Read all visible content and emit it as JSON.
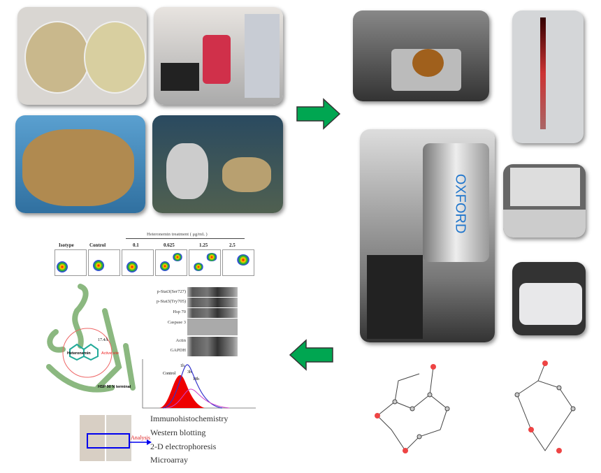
{
  "photos": {
    "nmr_brand": "OXFORD"
  },
  "flow": {
    "title": "Heteronemin treatment ( μg/mL )",
    "labels": [
      "Isotype",
      "Control",
      "0.1",
      "0.625",
      "1.25",
      "2.5"
    ]
  },
  "docking": {
    "ligand": "Heteronemin",
    "site": "Active site",
    "distance": "17.4Å",
    "caption": "HSP 90 N terminal"
  },
  "blots": [
    "p-Stat3(Ser727)",
    "p-Stat3(Try705)",
    "Hsp 70",
    "Caspase 3",
    "Actin",
    "GAPDH"
  ],
  "histogram": {
    "labels": [
      "Control",
      "1h",
      "3h",
      "18h"
    ]
  },
  "invivo": {
    "arrow_label": "Analysis",
    "methods": [
      "Immunohistochemistry",
      "Western blotting",
      "2-D electrophoresis",
      "Microarray"
    ]
  },
  "colors": {
    "arrow": "#00a651",
    "flow_arrow": "#0000ee"
  }
}
